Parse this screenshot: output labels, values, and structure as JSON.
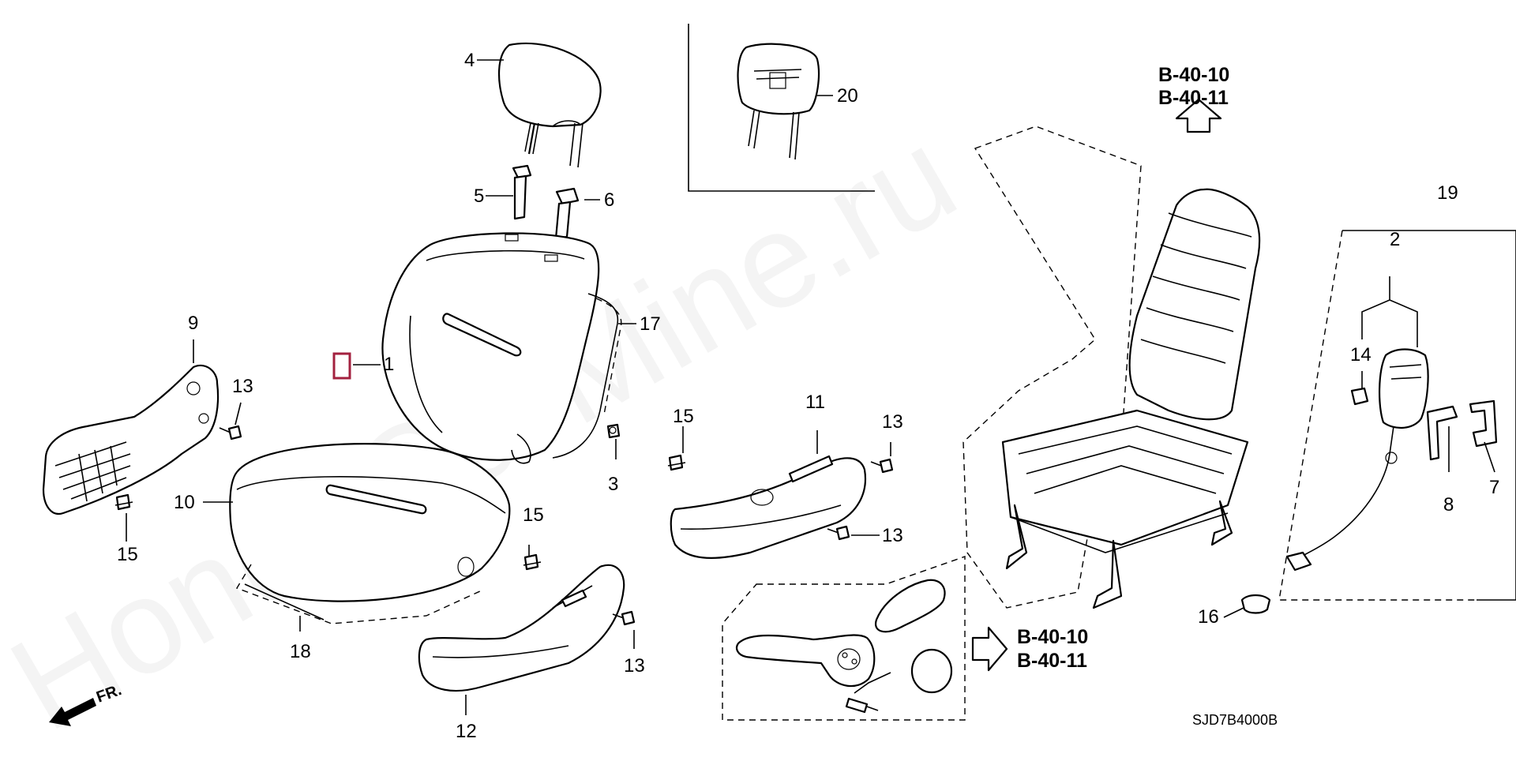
{
  "watermark": "HondaCarMine.ru",
  "diagram_code": "SJD7B4000B",
  "front_marker": "FR.",
  "references": {
    "upper_1": "B-40-10",
    "upper_2": "B-40-11",
    "lower_1": "B-40-10",
    "lower_2": "B-40-11"
  },
  "callouts": {
    "c1": "1",
    "c2": "2",
    "c3": "3",
    "c4": "4",
    "c5": "5",
    "c6": "6",
    "c7": "7",
    "c8": "8",
    "c9": "9",
    "c10": "10",
    "c11": "11",
    "c12": "12",
    "c13a": "13",
    "c13b": "13",
    "c13c": "13",
    "c13d": "13",
    "c14": "14",
    "c15a": "15",
    "c15b": "15",
    "c15c": "15",
    "c16": "16",
    "c17": "17",
    "c18": "18",
    "c19": "19",
    "c20": "20"
  },
  "highlighted_part": "1",
  "colors": {
    "highlight": "#a3213f",
    "ink": "#000000",
    "background": "#ffffff"
  }
}
